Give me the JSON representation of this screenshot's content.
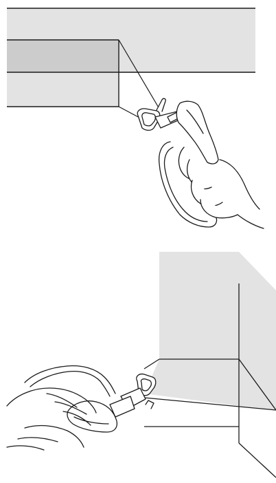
{
  "illustration": {
    "panels": [
      {
        "id": "top",
        "subject": "spray-gun-aimed-at-ceiling-wall-joint",
        "colors": {
          "surface": "#e3e3e3",
          "surface_shadow": "#cfcfcf",
          "line": "#1a1a1a"
        }
      },
      {
        "id": "bottom",
        "subject": "spray-gun-aimed-into-inside-corner",
        "colors": {
          "surface": "#e3e3e3",
          "line": "#1a1a1a"
        }
      }
    ]
  }
}
